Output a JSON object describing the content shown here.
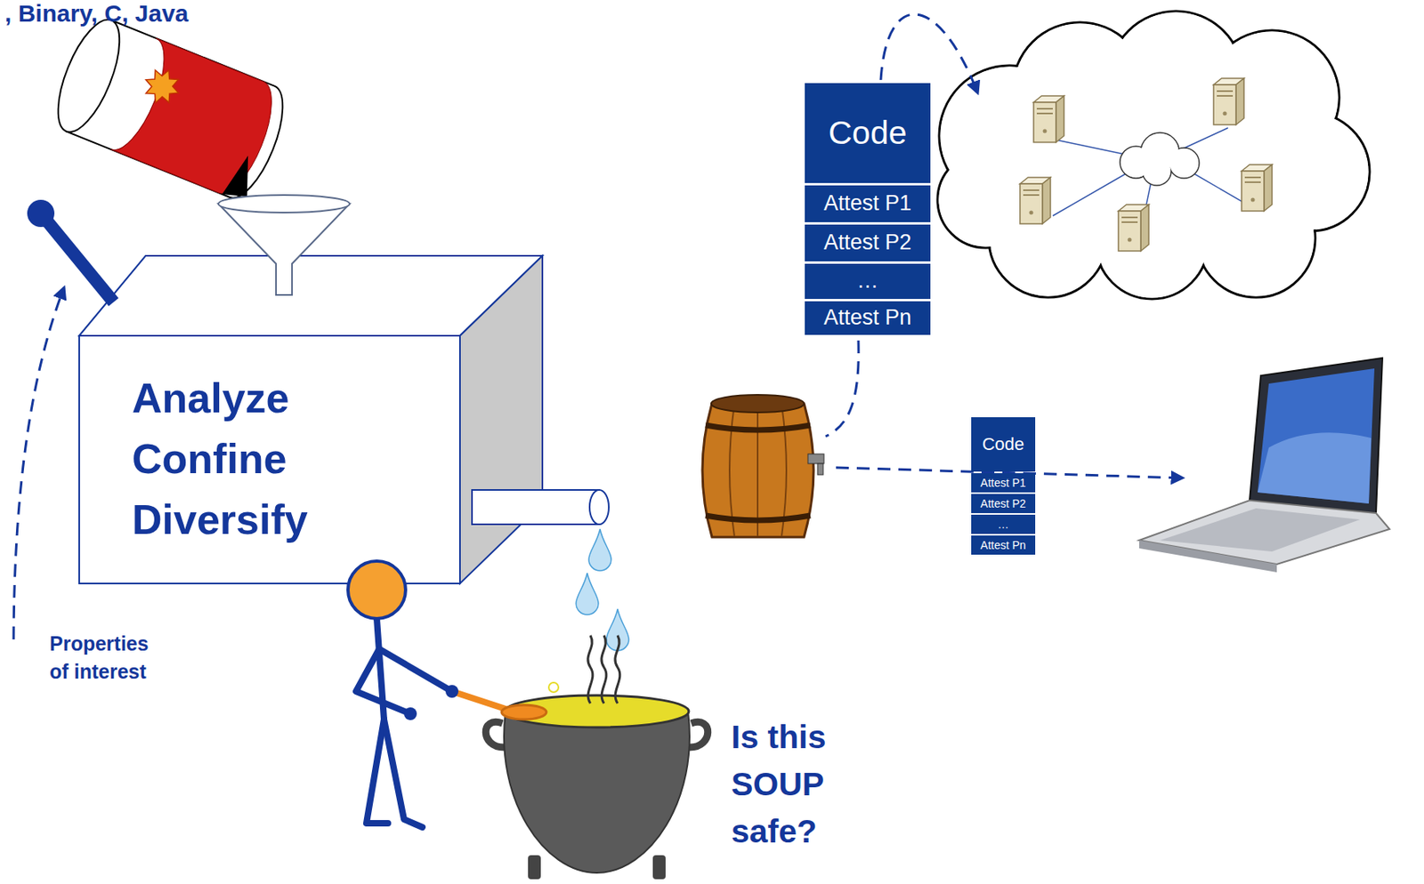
{
  "diagram": {
    "nodes": [
      {
        "text": [
          "Analyze Confine Diversify"
        ]
      },
      {
        "text": [
          "Code"
        ]
      },
      {
        "text": [
          "Attest P1"
        ]
      },
      {
        "text": [
          "Attest P2"
        ]
      },
      {
        "text": [
          "…"
        ]
      },
      {
        "text": [
          "Attest Pn"
        ]
      },
      {
        "text": [
          "Code"
        ]
      },
      {
        "text": [
          "Attest P1"
        ]
      },
      {
        "text": [
          "Attest P2"
        ]
      },
      {
        "text": [
          "…"
        ]
      },
      {
        "text": [
          "Attest Pn"
        ]
      }
    ],
    "labels": [
      ", Binary, C, Java",
      "Properties of interest",
      "Is this SOUP safe?"
    ]
  }
}
